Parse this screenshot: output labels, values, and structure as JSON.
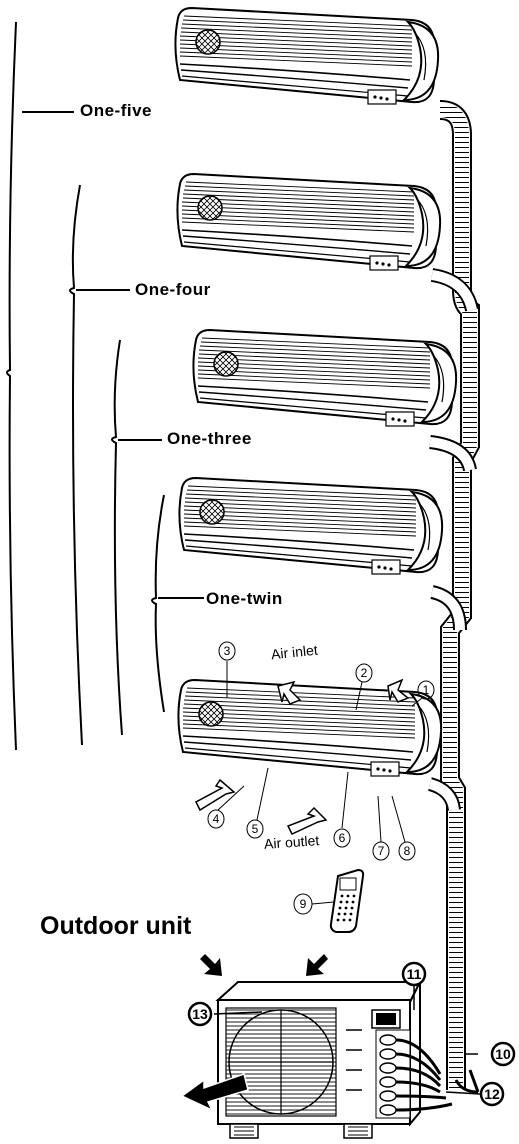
{
  "configurations": [
    {
      "label": "One-five"
    },
    {
      "label": "One-four"
    },
    {
      "label": "One-three"
    },
    {
      "label": "One-twin"
    }
  ],
  "indoor_labels": {
    "air_inlet": "Air inlet",
    "air_outlet": "Air outlet"
  },
  "outdoor_title": "Outdoor unit",
  "callouts": [
    "1",
    "2",
    "3",
    "4",
    "5",
    "6",
    "7",
    "8",
    "9",
    "10",
    "11",
    "12",
    "13"
  ]
}
